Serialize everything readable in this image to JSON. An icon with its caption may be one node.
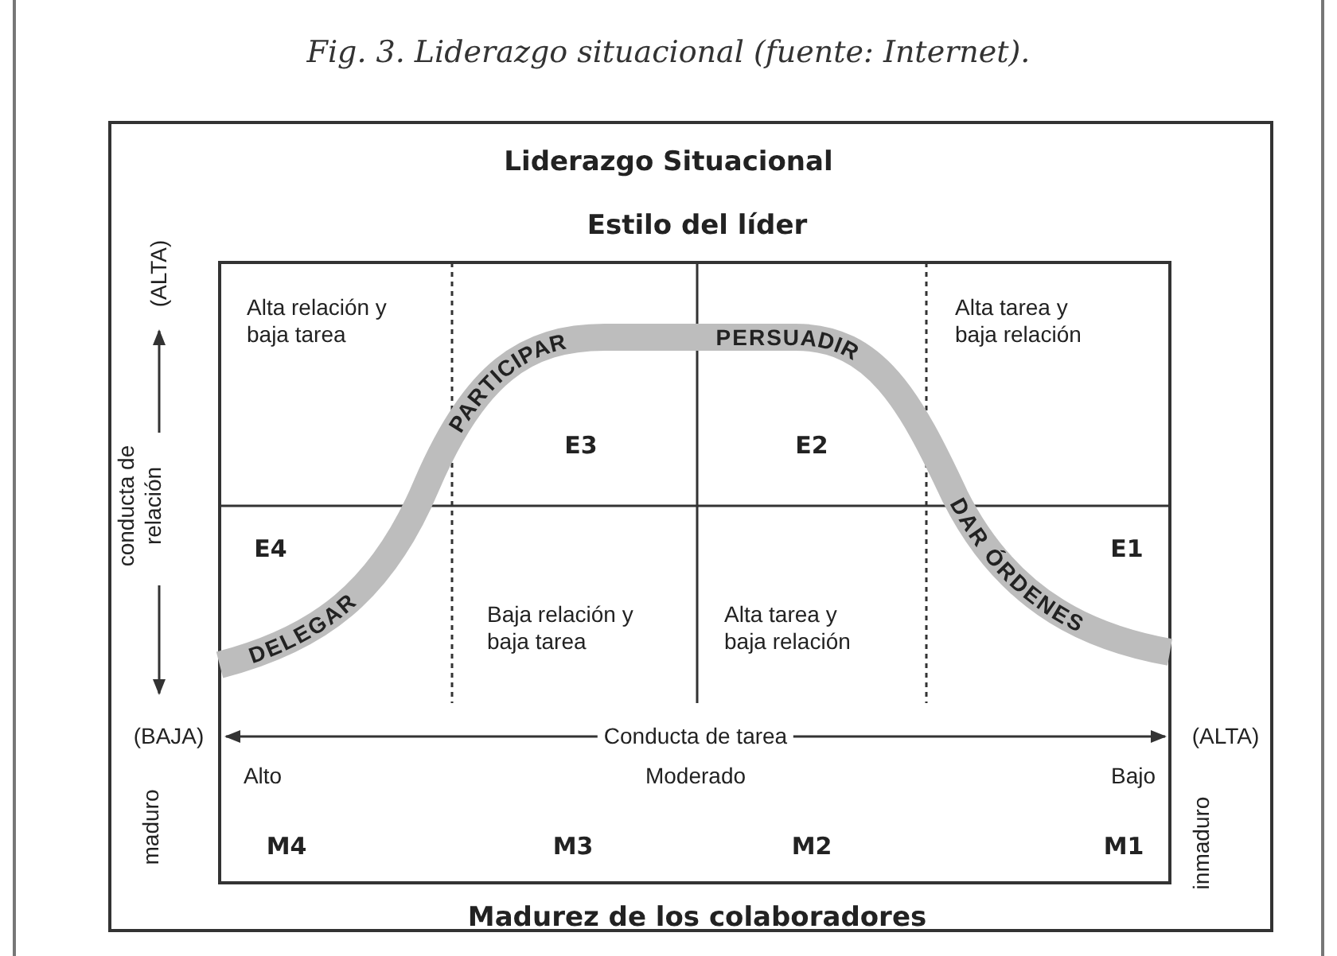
{
  "diagram": {
    "title": "Liderazgo Situacional",
    "caption": "Fig. 3. Liderazgo situacional (fuente: Internet).",
    "labels": [
      "Estilo del líder",
      "(ALTA)",
      "Alta relación y baja tarea",
      "PARTICIPAR",
      "PERSUADIR",
      "Alta tarea y baja relación",
      "E3",
      "E2",
      "conducta de relación",
      "E4",
      "E1",
      "DELEGAR",
      "Baja relación y baja tarea",
      "Alta tarea y baja relación",
      "DAR ÓRDENES",
      "(BAJA)",
      "Conducta de tarea",
      "(ALTA)",
      "maduro",
      "Alto",
      "Moderado",
      "Bajo",
      "inmaduro",
      "M4",
      "M3",
      "M2",
      "M1",
      "Madurez de los colaboradores"
    ]
  }
}
